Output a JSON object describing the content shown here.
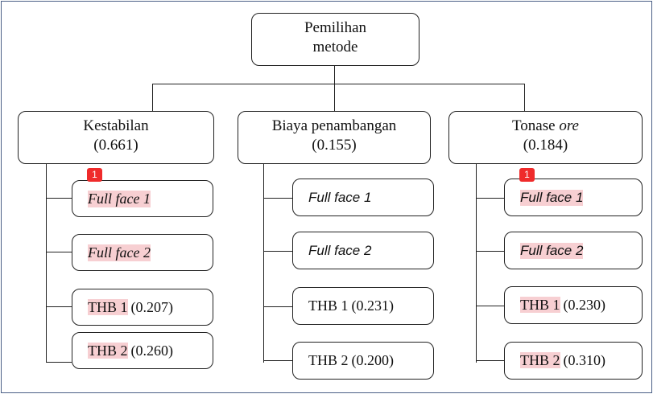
{
  "root": {
    "line1": "Pemilihan",
    "line2": "metode"
  },
  "criteria": [
    {
      "name": "Kestabilan",
      "name_italic": "",
      "weight": "(0.661)",
      "alternatives": [
        {
          "label": "Full face 1",
          "value": ""
        },
        {
          "label": "Full face 2",
          "value": ""
        },
        {
          "label": "THB 1",
          "value": "(0.207)"
        },
        {
          "label": "THB 2",
          "value": "(0.260)"
        }
      ]
    },
    {
      "name": "Biaya penambangan",
      "name_italic": "",
      "weight": "(0.155)",
      "alternatives": [
        {
          "label": "Full face 1",
          "value": ""
        },
        {
          "label": "Full face 2",
          "value": ""
        },
        {
          "label": "THB 1",
          "value": "(0.231)"
        },
        {
          "label": "THB 2",
          "value": "(0.200)"
        }
      ]
    },
    {
      "name": "Tonase ",
      "name_italic": "ore",
      "weight": "(0.184)",
      "alternatives": [
        {
          "label": "Full face 1",
          "value": ""
        },
        {
          "label": "Full face 2",
          "value": ""
        },
        {
          "label": "THB 1",
          "value": "(0.230)"
        },
        {
          "label": "THB 2",
          "value": "(0.310)"
        }
      ]
    }
  ],
  "badges": [
    "1",
    "1"
  ],
  "colors": {
    "highlight": "#f7cfd2",
    "badge": "#ef2b2b",
    "frame": "#4a5f86",
    "line": "#222222"
  }
}
